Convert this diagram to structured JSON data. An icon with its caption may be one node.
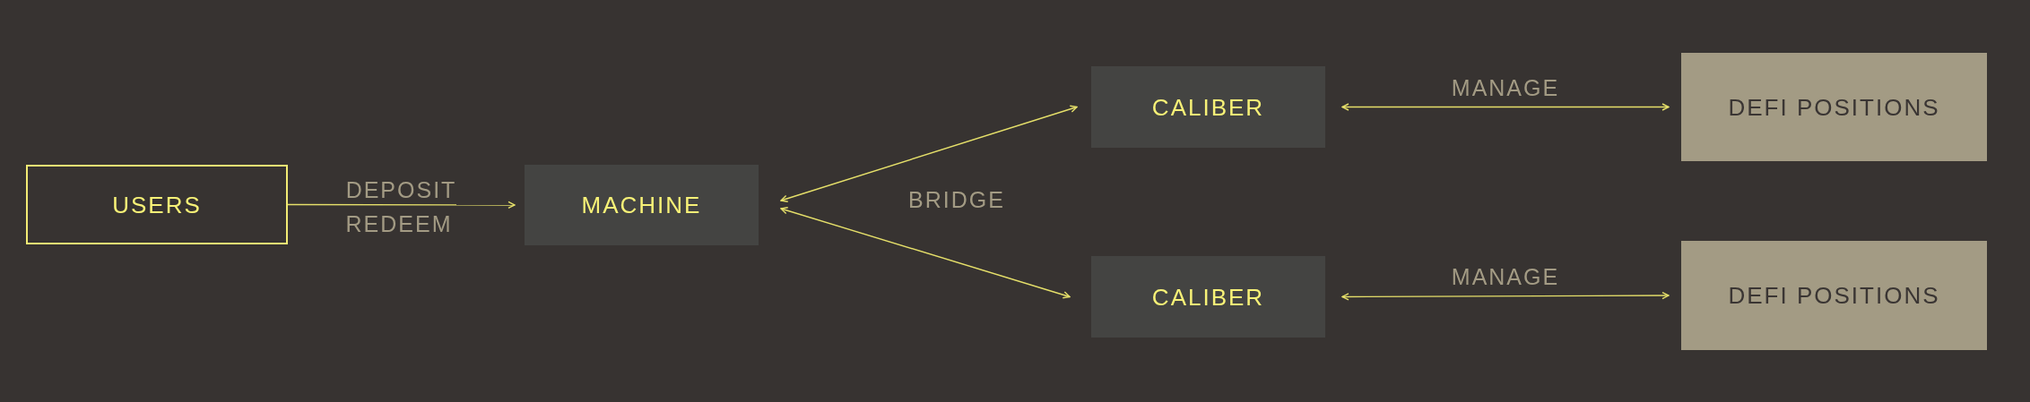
{
  "diagram": {
    "nodes": [
      {
        "text": [
          "USERS"
        ]
      },
      {
        "text": [
          "MACHINE"
        ]
      },
      {
        "text": [
          "CALIBER"
        ]
      },
      {
        "text": [
          "DEFI POSITIONS"
        ]
      },
      {
        "text": [
          "CALIBER"
        ]
      },
      {
        "text": [
          "DEFI POSITIONS"
        ]
      }
    ],
    "edges": [
      {
        "from": 0,
        "to": 1,
        "arrow": "to",
        "label": "DEPOSIT"
      },
      {
        "from": 1,
        "to": 2,
        "arrow": "both"
      },
      {
        "from": 1,
        "to": 4,
        "arrow": "both"
      },
      {
        "from": 2,
        "to": 3,
        "arrow": "both",
        "label": "MANAGE"
      },
      {
        "from": 4,
        "to": 5,
        "arrow": "both",
        "label": "MANAGE"
      }
    ],
    "labels": [
      "REDEEM",
      "BRIDGE"
    ]
  }
}
